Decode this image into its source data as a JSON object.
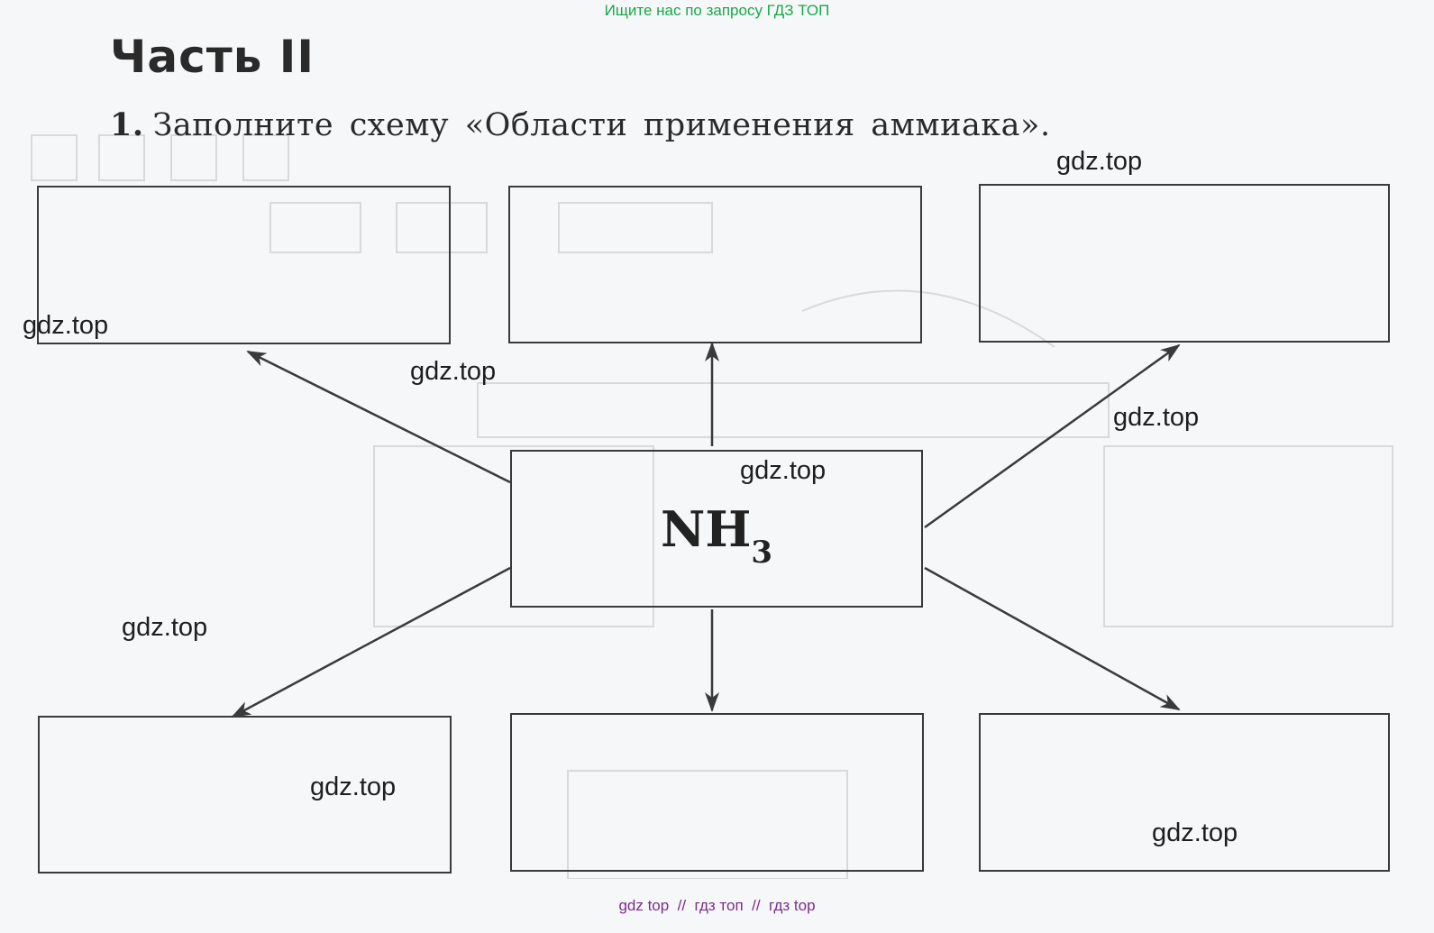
{
  "header": {
    "search_note": "Ищите нас по запросу ГДЗ ТОП"
  },
  "section": {
    "title": "Часть II"
  },
  "task": {
    "number": "1.",
    "text": "Заполните схему «Области применения аммиака»."
  },
  "center": {
    "formula_base": "NH",
    "formula_sub": "3"
  },
  "watermarks": [
    "gdz.top",
    "gdz.top",
    "gdz.top",
    "gdz.top",
    "gdz.top",
    "gdz.top",
    "gdz.top",
    "gdz.top"
  ],
  "footer": {
    "links": "gdz top  //  гдз топ  //  гдз top"
  },
  "colors": {
    "search_note": "#18a84a",
    "footer": "#7a2d8c",
    "lines": "#3a3a3a"
  }
}
